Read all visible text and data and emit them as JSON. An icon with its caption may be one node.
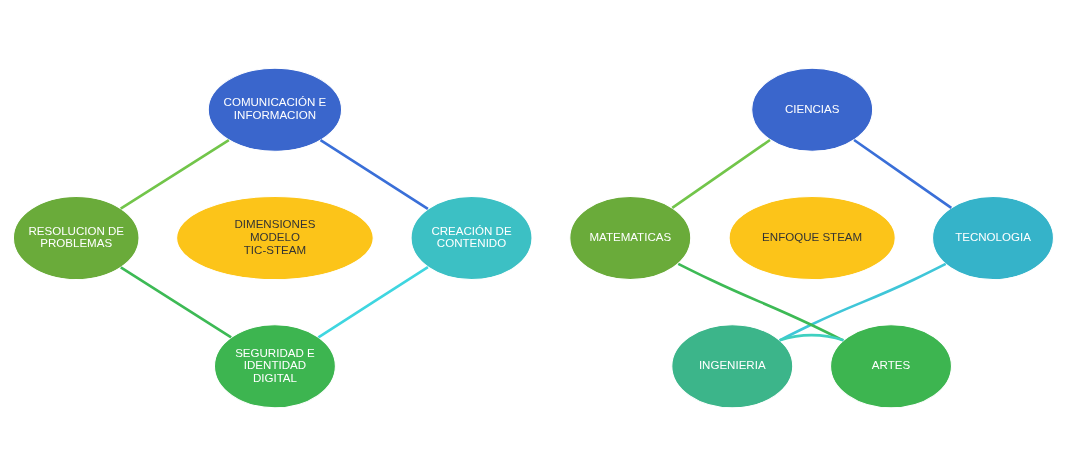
{
  "diagram": {
    "nodes": [
      {
        "text": [
          "COMUNICACIÓN E INFORMACION"
        ]
      },
      {
        "text": [
          "RESOLUCION DE PROBLEMAS"
        ]
      },
      {
        "text": [
          "DIMENSIONES MODELO TIC-STEAM"
        ]
      },
      {
        "text": [
          "CREACIÓN DE CONTENIDO"
        ]
      },
      {
        "text": [
          "SEGURIDAD E IDENTIDAD DIGITAL"
        ]
      },
      {
        "text": [
          "CIENCIAS"
        ]
      },
      {
        "text": [
          "MATEMATICAS"
        ]
      },
      {
        "text": [
          "ENFOQUE STEAM"
        ]
      },
      {
        "text": [
          "TECNOLOGIA"
        ]
      },
      {
        "text": [
          "ARTES"
        ]
      },
      {
        "text": [
          "INGENIERIA"
        ]
      }
    ],
    "edges": [
      {
        "from": 0,
        "to": 3,
        "arrow": "none",
        "color": "#3a6fd8"
      },
      {
        "from": 3,
        "to": 4,
        "arrow": "none",
        "color": "#3fd6e0"
      },
      {
        "from": 4,
        "to": 1,
        "arrow": "none",
        "color": "#3dba55"
      },
      {
        "from": 1,
        "to": 0,
        "arrow": "none",
        "color": "#72c54a"
      },
      {
        "from": 5,
        "to": 8,
        "arrow": "none",
        "color": "#3a6fd8"
      },
      {
        "from": 8,
        "to": 10,
        "arrow": "none",
        "color": "#3fc6d8"
      },
      {
        "from": 10,
        "to": 9,
        "arrow": "none",
        "color": "#3fd0c0"
      },
      {
        "from": 9,
        "to": 6,
        "arrow": "none",
        "color": "#3dba55"
      },
      {
        "from": 6,
        "to": 5,
        "arrow": "none",
        "color": "#72c54a"
      }
    ]
  }
}
